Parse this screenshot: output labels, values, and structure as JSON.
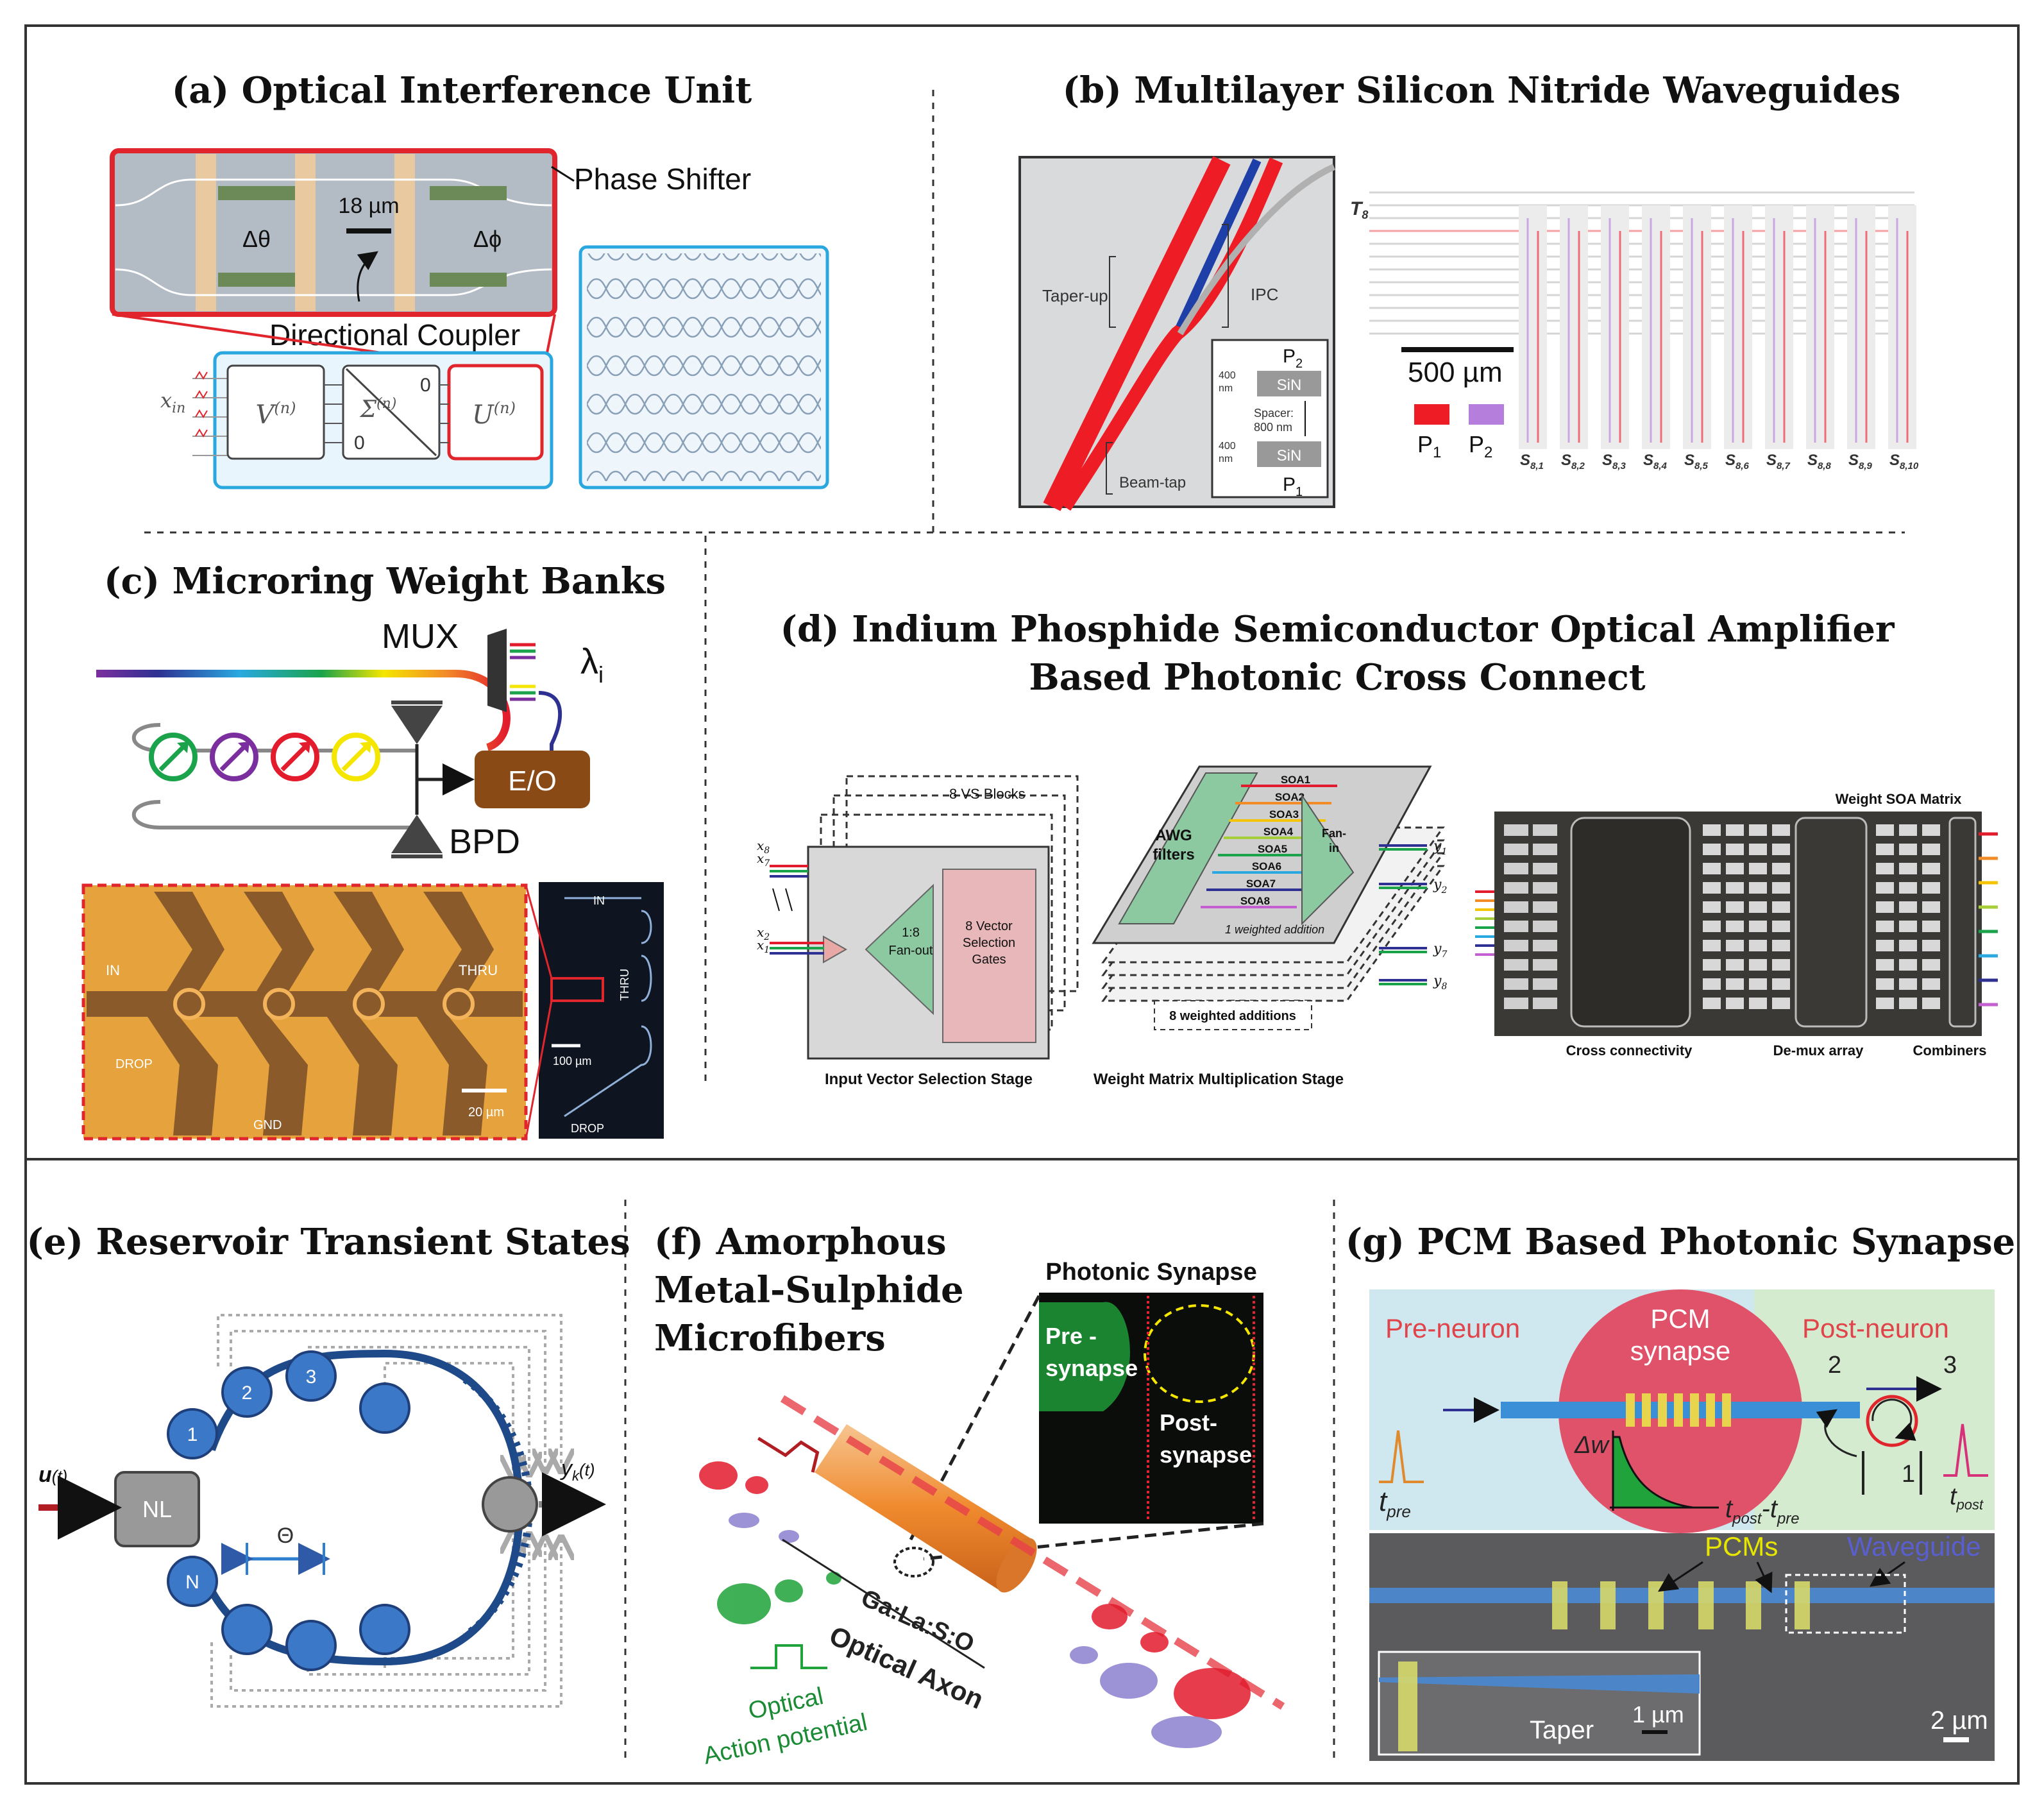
{
  "panels": {
    "a": {
      "title": "(a) Optical Interference Unit",
      "phase_shifter": "Phase Shifter",
      "scale": "18 µm",
      "delta_theta": "Δθ",
      "delta_phi": "Δϕ",
      "directional_coupler": "Directional Coupler",
      "x_in": "x",
      "x_in_sub": "in",
      "v": "V",
      "sigma": "Σ",
      "u": "U",
      "n_sup": "(n)",
      "zero": "0"
    },
    "b": {
      "title": "(b) Multilayer Silicon Nitride Waveguides",
      "taper_up": "Taper-up",
      "ipc": "IPC",
      "beam_tap": "Beam-tap",
      "p2": "P",
      "p1": "P",
      "p_sub1": "1",
      "p_sub2": "2",
      "nm400": "400",
      "nm": "nm",
      "sin": "SiN",
      "spacer": "Spacer:",
      "spacer_val": "800 nm",
      "t8": "T",
      "t8_sub": "8",
      "scale": "500 µm",
      "s_label": "S",
      "s_subs": [
        "8,1",
        "8,2",
        "8,3",
        "8,4",
        "8,5",
        "8,6",
        "8,7",
        "8,8",
        "8,9",
        "8,10"
      ],
      "colors": {
        "p1": "#ee1c25",
        "p2": "#b57edc"
      }
    },
    "c": {
      "title": "(c) Microring Weight Banks",
      "mux": "MUX",
      "lambda": "λ",
      "lambda_sub": "i",
      "eo": "E/O",
      "bpd": "BPD",
      "in": "IN",
      "thru": "THRU",
      "drop": "DROP",
      "gnd": "GND",
      "scale_20": "20 µm",
      "scale_100": "100 µm",
      "ring_colors": [
        "#1aa34a",
        "#7b2f9e",
        "#e21b2d",
        "#f5e600"
      ]
    },
    "d": {
      "title_line1": "(d) Indium Phosphide Semiconductor Optical Amplifier",
      "title_line2": "Based Photonic Cross Connect",
      "vs_blocks": "8 VS Blocks",
      "x8": "x",
      "x8_sub": "8",
      "x7_sub": "7",
      "x2_sub": "2",
      "x1_sub": "1",
      "fanout": [
        "1:8",
        "Fan-out"
      ],
      "vector_sel": [
        "8 Vector",
        "Selection",
        "Gates"
      ],
      "awg": [
        "AWG",
        "filters"
      ],
      "soas": [
        "SOA1",
        "SOA2",
        "SOA3",
        "SOA4",
        "SOA5",
        "SOA6",
        "SOA7",
        "SOA8"
      ],
      "soa_colors": [
        "#e21b2d",
        "#f28c28",
        "#f5c400",
        "#a6ce39",
        "#1aa34a",
        "#29a9e0",
        "#2e3192",
        "#c45fd1"
      ],
      "fanin": [
        "Fan-",
        "in"
      ],
      "weighted_addition": "1 weighted addition",
      "weighted_additions": "8 weighted additions",
      "y": "y",
      "y_subs": [
        "1",
        "2",
        "7",
        "8"
      ],
      "stage1": "Input Vector Selection Stage",
      "stage2": "Weight Matrix Multiplication Stage",
      "weight_soa_matrix": "Weight SOA Matrix",
      "cross_connectivity": "Cross connectivity",
      "demux": "De-mux array",
      "combiners": "Combiners"
    },
    "e": {
      "title": "(e) Reservoir Transient States",
      "u": "u",
      "t": "(t)",
      "nl": "NL",
      "theta": "Θ",
      "yk": "y",
      "yk_sub": "k",
      "nodes": [
        "1",
        "2",
        "3",
        "N"
      ]
    },
    "f": {
      "title_lines": [
        "(f) Amorphous",
        "Metal-Sulphide",
        "Microfibers"
      ],
      "photonic_synapse": "Photonic Synapse",
      "pre": "Pre -",
      "synapse": "synapse",
      "post": "Post-",
      "synapse2": "synapse",
      "material": "Ga:La:S:O",
      "axon": "Optical Axon",
      "optical": "Optical",
      "action": "Action potential"
    },
    "g": {
      "title": "(g) PCM Based Photonic Synapse",
      "pre_neuron": "Pre-neuron",
      "pcm": "PCM",
      "synapse": "synapse",
      "post_neuron": "Post-neuron",
      "dw": "Δw",
      "t_pre": "t",
      "pre_sub": "pre",
      "post_sub": "post",
      "tpost_minus": "t",
      "n1": "1",
      "n2": "2",
      "n3": "3",
      "pcms": "PCMs",
      "waveguide": "Waveguide",
      "taper": "Taper",
      "scale_1": "1 µm",
      "scale_2": "2 µm"
    }
  }
}
